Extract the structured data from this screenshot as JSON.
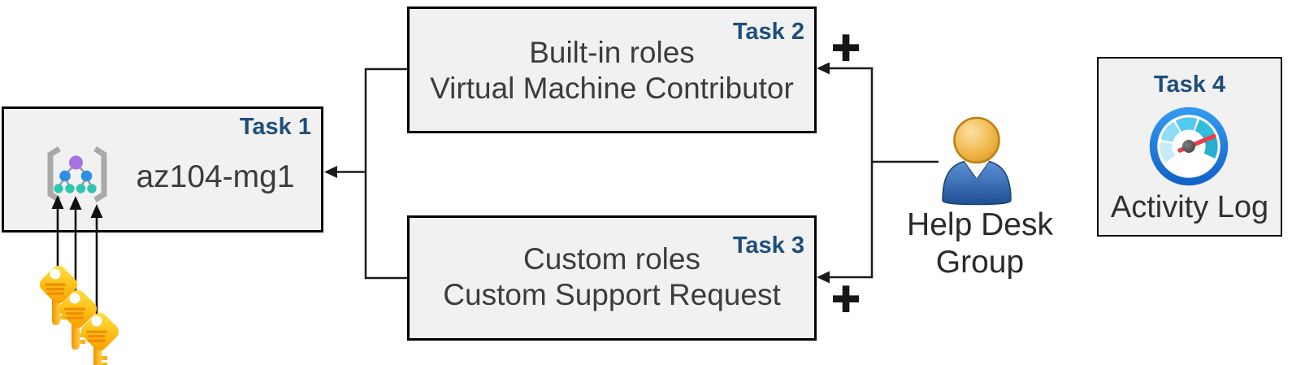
{
  "boxes": {
    "task1": {
      "badge": "Task 1",
      "label": "az104-mg1"
    },
    "task2": {
      "badge": "Task 2",
      "lines": [
        "Built-in roles",
        "Virtual Machine Contributor"
      ]
    },
    "task3": {
      "badge": "Task 3",
      "lines": [
        "Custom roles",
        "Custom Support Request"
      ]
    },
    "task4": {
      "badge": "Task 4",
      "label": "Activity Log"
    }
  },
  "actor": {
    "lines": [
      "Help Desk",
      "Group"
    ]
  },
  "operators": {
    "plus_top": "+",
    "plus_bottom": "+"
  },
  "icons": {
    "management_group": "management-group-icon",
    "keys": "key-icon",
    "user": "user-icon",
    "gauge": "activity-log-gauge-icon",
    "plus": "plus-icon",
    "arrow": "arrow-icon"
  },
  "arrows": [
    "roles-junction-to-task1",
    "help-desk-to-task2",
    "help-desk-to-task3",
    "keys-to-task1-management-group"
  ],
  "colors": {
    "badge_navy": "#1f4e79",
    "box_fill": "#f1f1f1",
    "box_border": "#000000",
    "body_text": "#3c3c3c",
    "connector_black": "#1a1a1a",
    "key_gold": "#fcc117",
    "key_stripe_orange": "#f28c00",
    "user_blue": "#2e64a8",
    "user_head_gold": "#e9a62e",
    "gauge_ring_blue": "#1f7fe0",
    "gauge_teal": "#29aed0",
    "needle_red": "#ea3e48",
    "mg_purple": "#a872e2",
    "mg_blue": "#2f8fe6",
    "mg_teal": "#2fc6b2",
    "bracket_gray": "#a9a9a9"
  }
}
